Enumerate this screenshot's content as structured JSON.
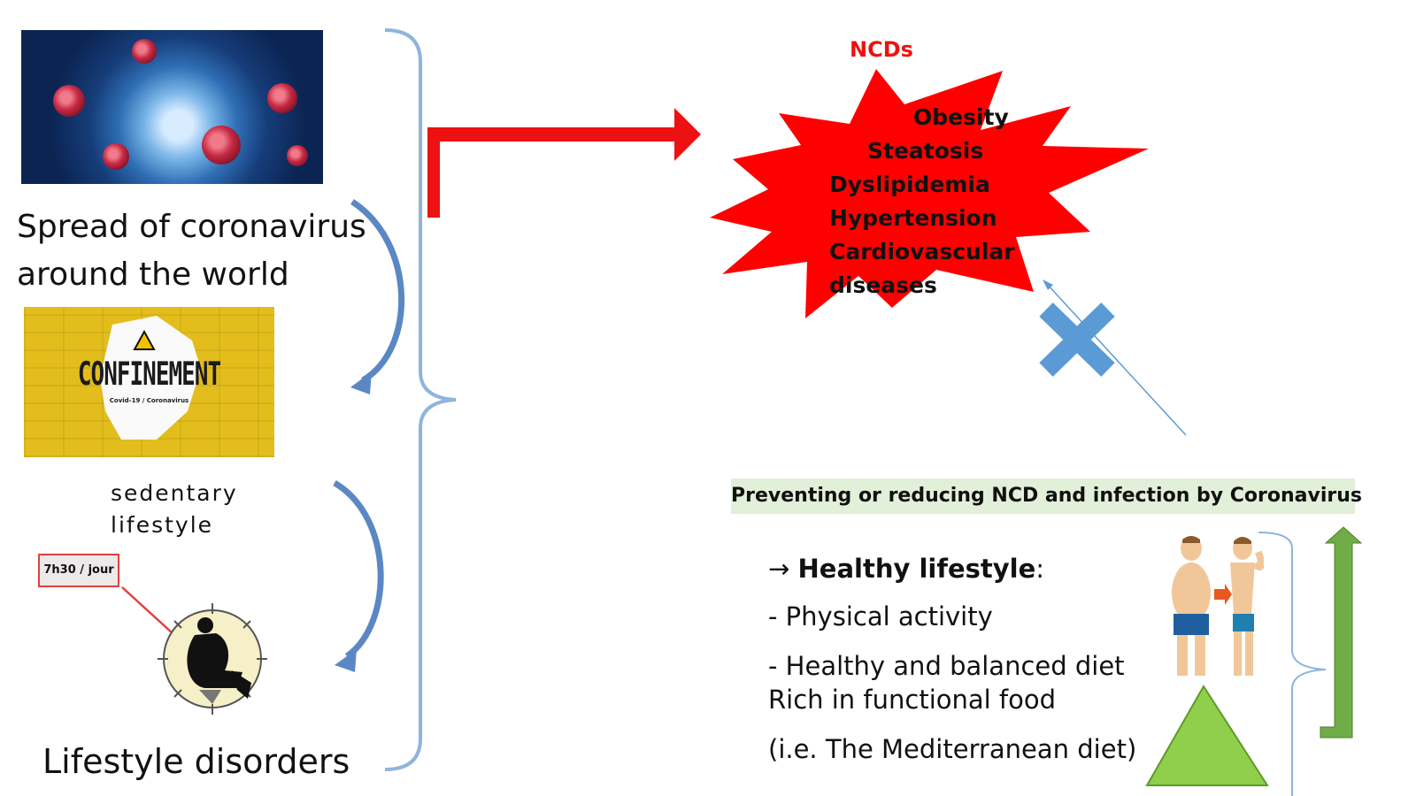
{
  "left": {
    "caption1": [
      "Spread of coronavirus",
      "around the world"
    ],
    "confinement": {
      "title": "CONFINEMENT",
      "subtitle": "Covid-19 / Coronavirus"
    },
    "caption2": [
      "sedentary",
      "lifestyle"
    ],
    "callout": "7h30 / jour",
    "caption3": "Lifestyle disorders"
  },
  "ncds": {
    "title": "NCDs",
    "items": [
      "Obesity",
      "Steatosis",
      "Dyslipidemia",
      "Hypertension",
      "Cardiovascular",
      "diseases"
    ]
  },
  "prevention": {
    "banner": "Preventing or reducing NCD and infection by Coronavirus",
    "arrow_glyph": "→",
    "headline": "Healthy lifestyle",
    "headline_suffix": ":",
    "lines": [
      "- Physical activity",
      "- Healthy and balanced diet",
      "Rich in functional food",
      "(i.e. The Mediterranean diet)"
    ]
  },
  "colors": {
    "red": "#ee1111",
    "blue": "#5b9bd5",
    "green": "#70ad47",
    "banner_bg": "#e2efd9"
  }
}
